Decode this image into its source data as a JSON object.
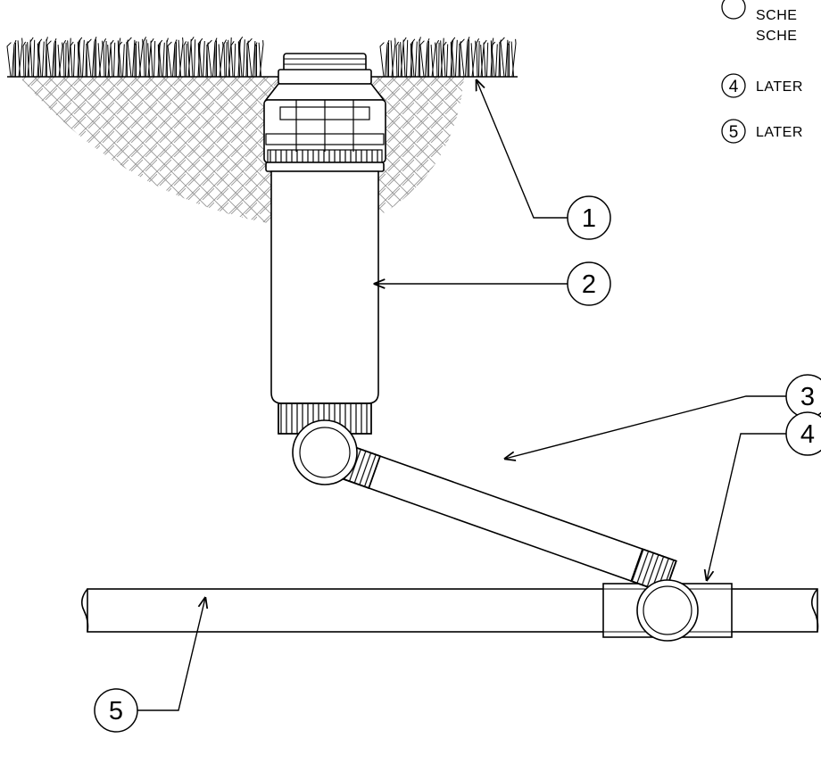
{
  "diagram": {
    "callouts": [
      {
        "number": "1"
      },
      {
        "number": "2"
      },
      {
        "number": "3"
      },
      {
        "number": "4"
      },
      {
        "number": "5"
      }
    ],
    "legend": [
      {
        "number": "",
        "lines": [
          "SCHE",
          "SCHE"
        ]
      },
      {
        "number": "4",
        "lines": [
          "LATER"
        ]
      },
      {
        "number": "5",
        "lines": [
          "LATER"
        ]
      }
    ]
  }
}
